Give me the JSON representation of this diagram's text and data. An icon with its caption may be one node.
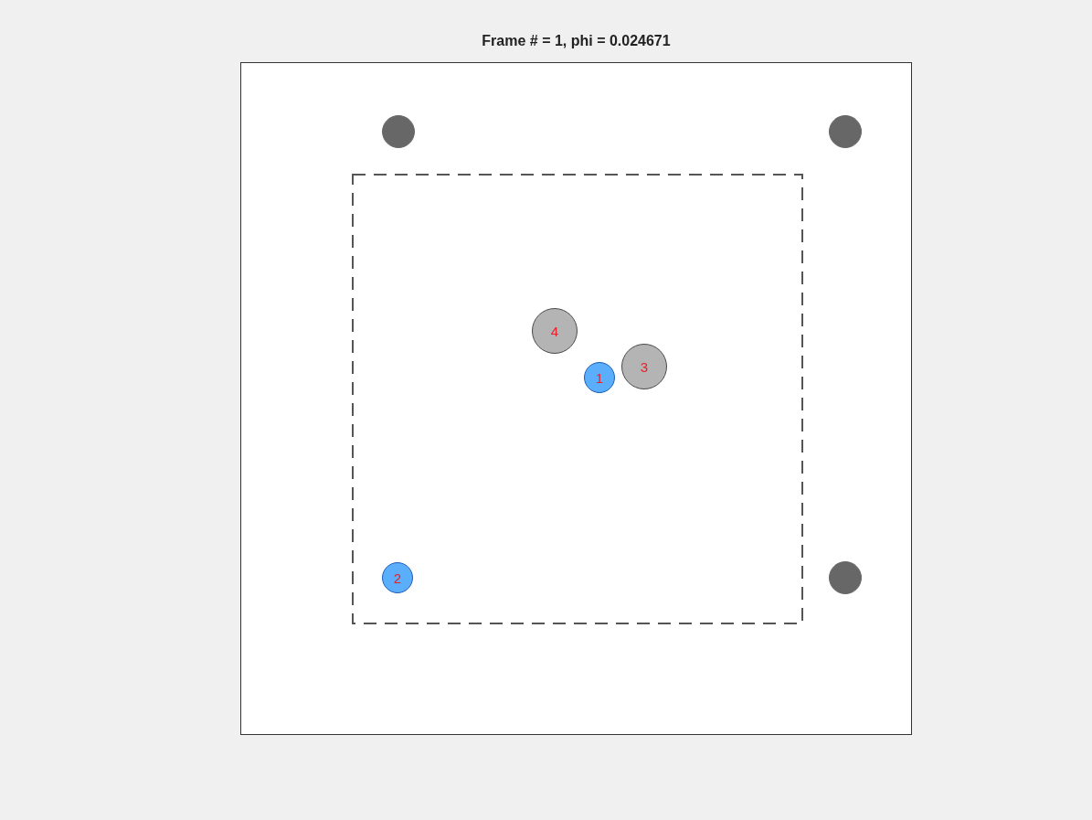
{
  "diagram": {
    "title": "Frame # = 1, phi = 0.024671",
    "nodes": [
      {
        "text": [],
        "shape": "circle"
      },
      {
        "text": [],
        "shape": "circle"
      },
      {
        "text": [
          "4"
        ]
      },
      {
        "text": [
          "3"
        ]
      },
      {
        "text": [
          "1"
        ]
      },
      {
        "text": [
          "2"
        ]
      },
      {
        "text": [],
        "shape": "circle"
      }
    ],
    "edges": []
  }
}
